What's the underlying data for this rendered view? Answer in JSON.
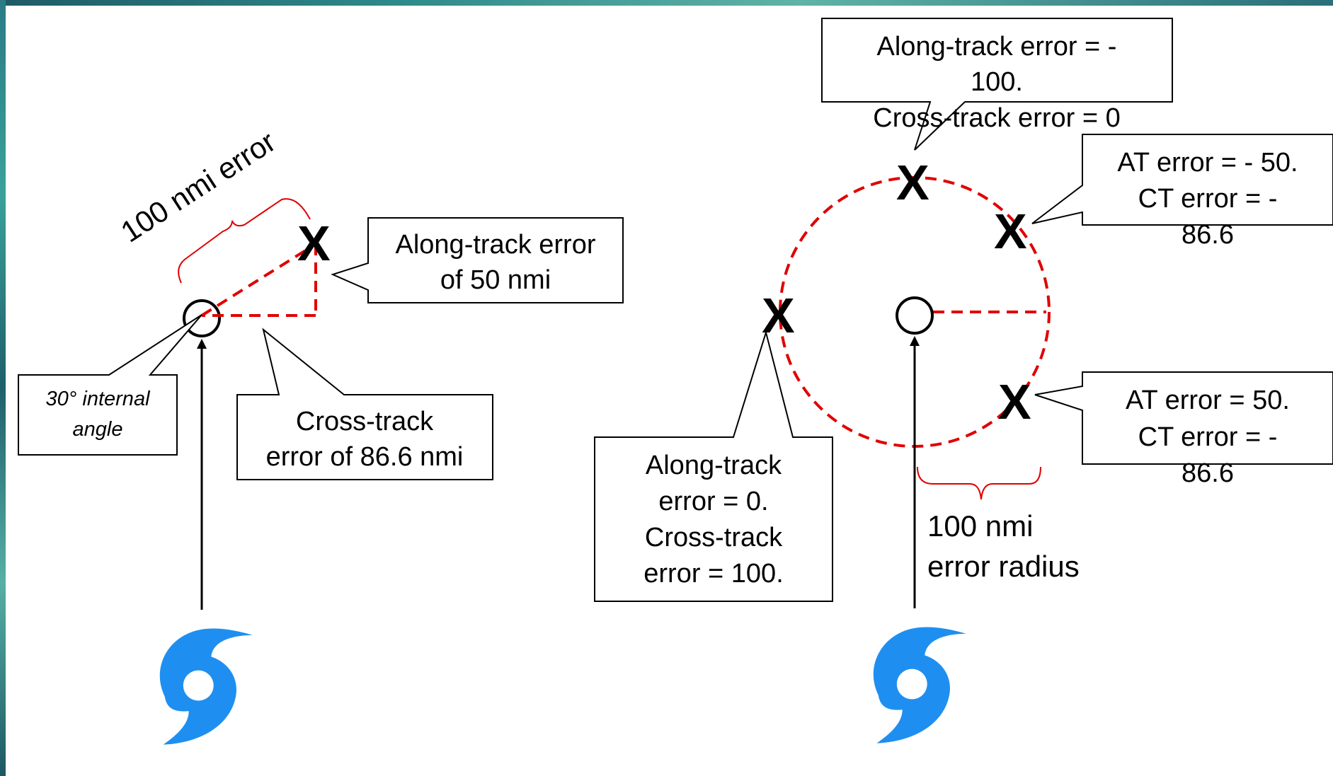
{
  "left_diagram": {
    "distance_label": "100 nmi error",
    "along_track_label": [
      "Along-track error",
      "of 50 nmi"
    ],
    "cross_track_label": [
      "Cross-track",
      "error of 86.6 nmi"
    ],
    "angle_label": [
      "30° internal",
      "angle"
    ],
    "forecast_mark": "X"
  },
  "right_diagram": {
    "radius_label": [
      "100 nmi",
      "error radius"
    ],
    "callout_top": [
      "Along-track error = -",
      "100.",
      "Cross-track error = 0"
    ],
    "callout_upper_right": [
      "AT error = - 50.",
      "CT error = -",
      "86.6"
    ],
    "callout_lower_right": [
      "AT error =  50.",
      "CT error = -",
      "86.6"
    ],
    "callout_left": [
      "Along-track",
      "error = 0.",
      "Cross-track",
      "error = 100."
    ],
    "forecast_marks": [
      "X",
      "X",
      "X",
      "X"
    ]
  },
  "colors": {
    "error_line": "#e00000",
    "storm_icon": "#1e8ff0",
    "frame": "#2e8a8a"
  },
  "icons": [
    "hurricane-icon",
    "hurricane-icon"
  ]
}
